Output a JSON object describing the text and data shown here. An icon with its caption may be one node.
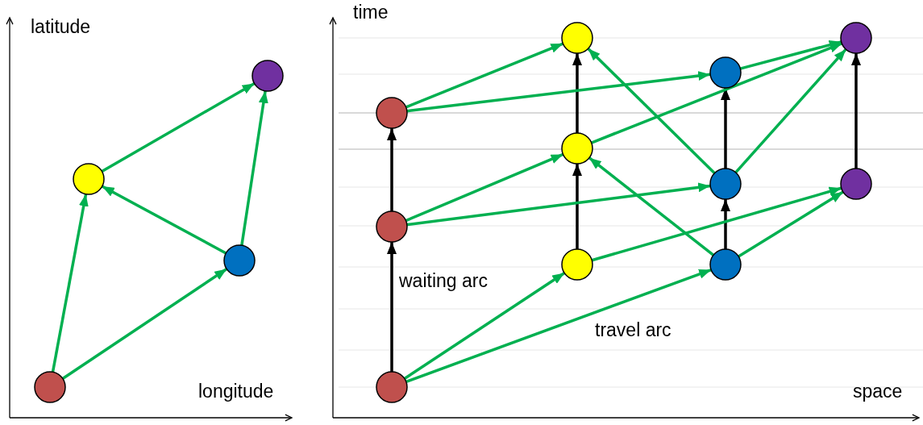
{
  "diagram": {
    "nodes": [
      {
        "text": [],
        "shape": "circle"
      },
      {
        "text": [],
        "shape": "circle"
      },
      {
        "text": [],
        "shape": "circle"
      },
      {
        "text": [],
        "shape": "circle"
      },
      {
        "text": [],
        "shape": "circle"
      },
      {
        "text": [],
        "shape": "circle"
      },
      {
        "text": [],
        "shape": "circle"
      },
      {
        "text": [],
        "shape": "circle"
      },
      {
        "text": [],
        "shape": "circle"
      },
      {
        "text": [],
        "shape": "circle"
      },
      {
        "text": [],
        "shape": "circle"
      },
      {
        "text": [],
        "shape": "circle"
      },
      {
        "text": [],
        "shape": "circle"
      },
      {
        "text": [],
        "shape": "circle"
      },
      {
        "text": [],
        "shape": "circle"
      }
    ],
    "edges": [
      {
        "from": 3,
        "to": 1,
        "arrow": "to"
      },
      {
        "from": 3,
        "to": 2,
        "arrow": "to"
      },
      {
        "from": 2,
        "to": 1,
        "arrow": "to"
      },
      {
        "from": 1,
        "to": 0,
        "arrow": "to"
      },
      {
        "from": 2,
        "to": 0,
        "arrow": "to"
      },
      {
        "from": 6,
        "to": 5,
        "arrow": "to",
        "color": "#000000"
      },
      {
        "from": 5,
        "to": 4,
        "arrow": "to",
        "color": "#000000"
      },
      {
        "from": 9,
        "to": 8,
        "arrow": "to",
        "color": "#000000"
      },
      {
        "from": 8,
        "to": 7,
        "arrow": "to",
        "color": "#000000"
      },
      {
        "from": 12,
        "to": 11,
        "arrow": "to",
        "color": "#000000"
      },
      {
        "from": 11,
        "to": 10,
        "arrow": "to",
        "color": "#000000"
      },
      {
        "from": 14,
        "to": 13,
        "arrow": "to",
        "color": "#000000"
      },
      {
        "from": 4,
        "to": 7,
        "arrow": "to"
      },
      {
        "from": 4,
        "to": 10,
        "arrow": "to"
      },
      {
        "from": 5,
        "to": 8,
        "arrow": "to"
      },
      {
        "from": 5,
        "to": 11,
        "arrow": "to"
      },
      {
        "from": 6,
        "to": 9,
        "arrow": "to"
      },
      {
        "from": 6,
        "to": 12,
        "arrow": "to"
      },
      {
        "from": 8,
        "to": 13,
        "arrow": "to"
      },
      {
        "from": 11,
        "to": 7,
        "arrow": "to"
      },
      {
        "from": 12,
        "to": 8,
        "arrow": "to"
      },
      {
        "from": 11,
        "to": 13,
        "arrow": "to"
      },
      {
        "from": 10,
        "to": 13,
        "arrow": "to"
      },
      {
        "from": 9,
        "to": 14,
        "arrow": "to"
      },
      {
        "from": 12,
        "to": 14,
        "arrow": "to"
      }
    ],
    "labels": [
      "latitude",
      "time",
      "waiting arc",
      "travel arc",
      "longitude",
      "space"
    ]
  }
}
